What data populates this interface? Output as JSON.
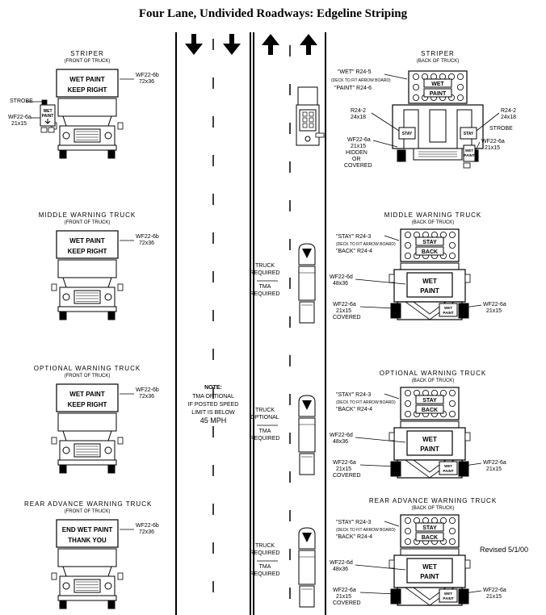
{
  "title": "Four Lane, Undivided Roadways: Edgeline Striping",
  "revised": "Revised 5/1/00",
  "note": {
    "heading": "NOTE:",
    "lines": [
      "TMA OPTIONAL",
      "IF POSTED SPEED",
      "LIMIT IS BELOW",
      "45 MPH"
    ]
  },
  "front_views": [
    {
      "name": "STRIPER",
      "view": "(FRONT OF TRUCK)",
      "sign": [
        "WET PAINT",
        "KEEP RIGHT"
      ],
      "code": "WF22-6b",
      "size": "72x36",
      "strobe": "STROBE",
      "side_sign": "WET PAINT",
      "side_code": "WF22-6a",
      "side_size": "21x15"
    },
    {
      "name": "MIDDLE WARNING TRUCK",
      "view": "(FRONT OF TRUCK)",
      "sign": [
        "WET PAINT",
        "KEEP RIGHT"
      ],
      "code": "WF22-6b",
      "size": "72x36"
    },
    {
      "name": "OPTIONAL WARNING TRUCK",
      "view": "(FRONT OF TRUCK)",
      "sign": [
        "WET PAINT",
        "KEEP RIGHT"
      ],
      "code": "WF22-6b",
      "size": "72x36"
    },
    {
      "name": "REAR ADVANCE WARNING TRUCK",
      "view": "(FRONT OF TRUCK)",
      "sign": [
        "END WET PAINT",
        "THANK YOU"
      ],
      "code": "WF22-6b",
      "size": "72x36"
    }
  ],
  "back_views": [
    {
      "name": "STRIPER",
      "view": "(BACK OF TRUCK)",
      "arrow_top": "WET",
      "arrow_bottom": "PAINT",
      "labels": {
        "top": "\"WET\"  R24-5",
        "top_note": "(DECK TO FIT ARROW BOARD)",
        "bottom": "\"PAINT\"  R24-6",
        "left_code": "R24-2",
        "left_size": "24x18",
        "right_code": "R24-2",
        "right_size": "24x18",
        "strobe": "STROBE",
        "side_left_code": "WF22-6a",
        "side_left_size": "21x15",
        "hidden": "HIDDEN",
        "or": "OR",
        "covered": "COVERED",
        "side_right_code": "WF22-6a",
        "side_right_size": "21x15"
      },
      "panel_left": "STAY",
      "panel_right": "STAY",
      "side_sign": "WET PAINT"
    },
    {
      "name": "MIDDLE WARNING TRUCK",
      "view": "(BACK OF TRUCK)",
      "arrow_top": "STAY",
      "arrow_bottom": "BACK",
      "labels": {
        "top": "\"STAY\"  R24-3",
        "top_note": "(DECK TO FIT ARROW BOARD)",
        "bottom": "\"BACK\"  R24-4",
        "mid_code": "WF22-6d",
        "mid_size": "48x36",
        "low_code": "WF22-6a",
        "low_size": "21x15",
        "low_covered": "COVERED",
        "right_code": "WF22-6a",
        "right_size": "21x15"
      },
      "sign": "WET PAINT",
      "side_sign": "WET PAINT"
    },
    {
      "name": "OPTIONAL WARNING TRUCK",
      "view": "(BACK OF TRUCK)",
      "arrow_top": "STAY",
      "arrow_bottom": "BACK",
      "labels": {
        "top": "\"STAY\"  R24-3",
        "top_note": "(DECK TO FIT ARROW BOARD)",
        "bottom": "\"BACK\"  R24-4",
        "mid_code": "WF22-6d",
        "mid_size": "48x36",
        "low_code": "WF22-6a",
        "low_size": "21x15",
        "low_covered": "COVERED",
        "right_code": "WF22-6a",
        "right_size": "21x15"
      },
      "sign": "WET PAINT",
      "side_sign": "WET PAINT"
    },
    {
      "name": "REAR ADVANCE WARNING TRUCK",
      "view": "(BACK OF TRUCK)",
      "arrow_top": "STAY",
      "arrow_bottom": "BACK",
      "labels": {
        "top": "\"STAY\"  R24-3",
        "top_note": "(DECK TO FIT ARROW BOARD)",
        "bottom": "\"BACK\"  R24-4",
        "mid_code": "WF22-6d",
        "mid_size": "48x36",
        "low_code": "WF22-6a",
        "low_size": "21x15",
        "low_covered": "COVERED",
        "right_code": "WF22-6a",
        "right_size": "21x15"
      },
      "sign": "WET PAINT",
      "side_sign": "WET PAINT"
    }
  ],
  "road_labels": {
    "middle": [
      "TRUCK",
      "REQUIRED",
      "TMA",
      "REQUIRED"
    ],
    "optional": [
      "TRUCK",
      "OPTIONAL",
      "TMA",
      "REQUIRED"
    ],
    "rear": [
      "TRUCK",
      "REQUIRED",
      "TMA",
      "REQUIRED"
    ]
  }
}
